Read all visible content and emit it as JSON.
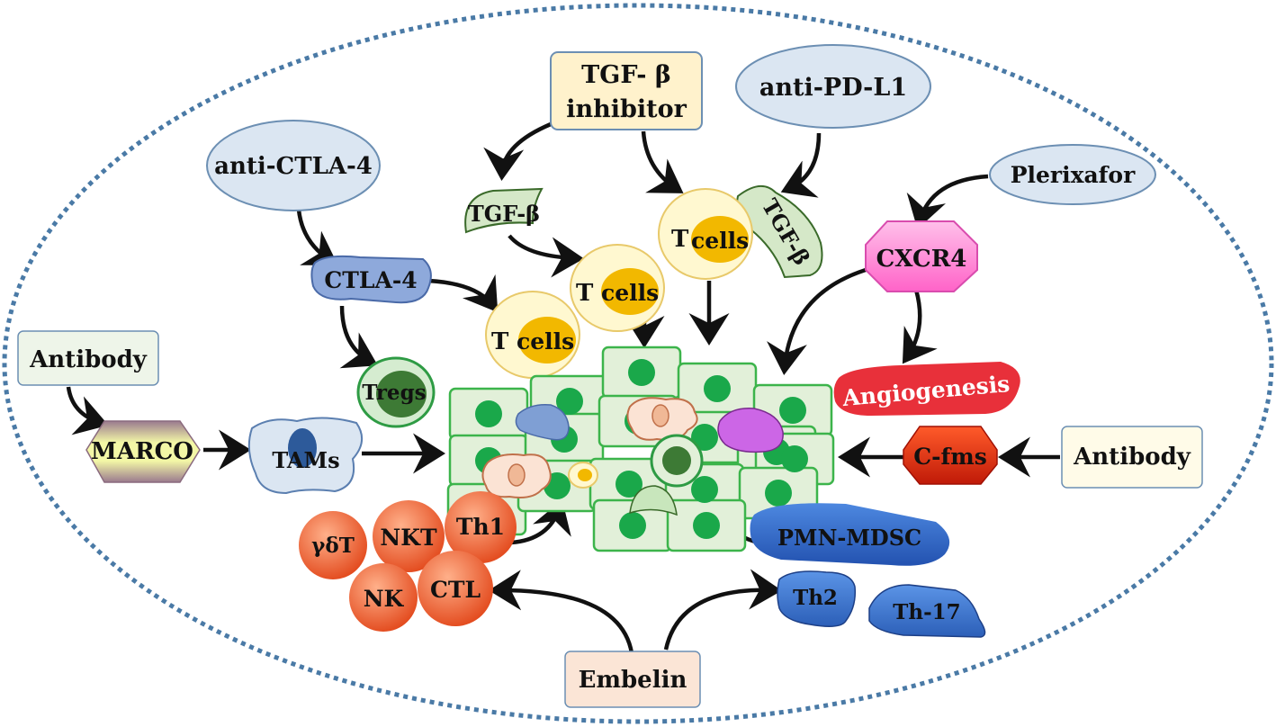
{
  "labels": {
    "tgf_inhibitor_line1": "TGF- β",
    "tgf_inhibitor_line2": "inhibitor",
    "anti_pdl1": "anti-PD-L1",
    "anti_ctla4": "anti-CTLA-4",
    "plerixafor": "Plerixafor",
    "tgfb_left": "TGF-β",
    "tgfb_right": "TGF-β",
    "cxcr4": "CXCR4",
    "ctla4": "CTLA-4",
    "tcell_t": "T",
    "tcell_cells": "cells",
    "antibody_left": "Antibody",
    "antibody_right": "Antibody",
    "tregs": "Tregs",
    "angiogenesis": "Angiogenesis",
    "marco": "MARCO",
    "tams": "TAMs",
    "cfms": "C-fms",
    "gdt": "γδT",
    "nkt": "NKT",
    "th1": "Th1",
    "nk": "NK",
    "ctl": "CTL",
    "pmn_mdsc": "PMN-MDSC",
    "th2": "Th2",
    "th17": "Th-17",
    "embelin": "Embelin"
  },
  "colors": {
    "ellipse_border": "#4a7aa6",
    "drug_blue": "#dbe6f2",
    "drug_border": "#6c8fb3",
    "tgf_box": "#fff2cc",
    "tgf_box_border": "#6c8fb3",
    "tgf_receptor": "#d5e8c8",
    "tcell_fill": "#fff8d0",
    "tcell_nucleus": "#f2b800",
    "ctla4_fill": "#8ea9db",
    "tumor_fill": "#e2f0d9",
    "tumor_border": "#3cb44b",
    "tumor_nucleus": "#1aa84a",
    "angiogenesis": "#e8303a",
    "cxcr4": "#ff7fd2",
    "marco": "#b48ca8",
    "cfms": "#e02a10",
    "orange_cells": "#e8541f",
    "blue_cells": "#3f7fd6",
    "embelin_box": "#fbe5d6",
    "antibody_left_box": "#eef5e9",
    "antibody_right_box": "#fffbe8"
  }
}
